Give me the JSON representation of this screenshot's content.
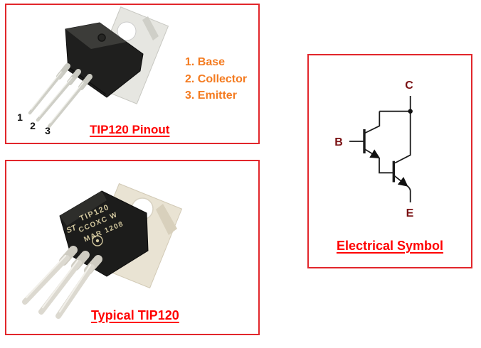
{
  "pinout_panel": {
    "title": "TIP120 Pinout",
    "pin_numbers": [
      "1",
      "2",
      "3"
    ],
    "legend": [
      "1. Base",
      "2. Collector",
      "3. Emitter"
    ]
  },
  "photo_panel": {
    "title": "Typical TIP120",
    "brand": "ST",
    "marking": [
      "TIP120",
      "CCOXC W",
      "MAR 1208"
    ]
  },
  "symbol_panel": {
    "title": "Electrical Symbol",
    "collector_label": "C",
    "base_label": "B",
    "emitter_label": "E"
  },
  "colors": {
    "border_red": "#E2262B",
    "title_red": "#FF0000",
    "legend_orange": "#F47B20",
    "terminal_maroon": "#7A1113",
    "symbol_line": "#1a1a1a"
  }
}
